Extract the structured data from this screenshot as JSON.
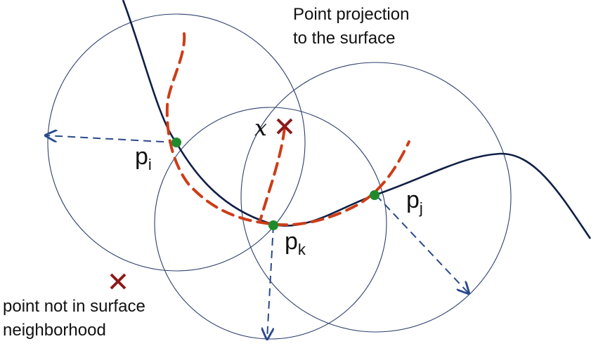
{
  "annotations": {
    "projection_line1": "Point projection",
    "projection_line2": "to the surface",
    "outside_line1": "point not in surface",
    "outside_line2": "neighborhood",
    "query_point": "x"
  },
  "points": {
    "pi": {
      "base": "p",
      "subscript": "i"
    },
    "pj": {
      "base": "p",
      "subscript": "j"
    },
    "pk": {
      "base": "p",
      "subscript": "k"
    }
  },
  "colors": {
    "curve": "#0f1f45",
    "circle": "#2e3f6e",
    "radius_arrow": "#2b4a8c",
    "projection_path": "#cc3d17",
    "sample_point": "#1f8a2c",
    "cross_marker": "#8b1a1a"
  }
}
